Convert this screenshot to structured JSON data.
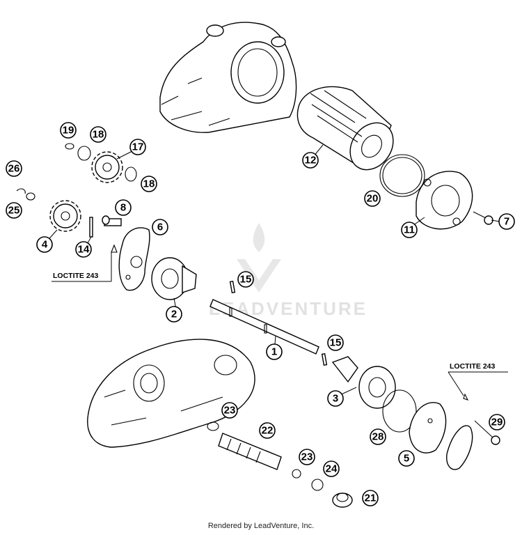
{
  "diagram": {
    "callouts": [
      {
        "id": "1",
        "label": "1"
      },
      {
        "id": "2",
        "label": "2"
      },
      {
        "id": "3",
        "label": "3"
      },
      {
        "id": "4",
        "label": "4"
      },
      {
        "id": "5",
        "label": "5"
      },
      {
        "id": "6",
        "label": "6"
      },
      {
        "id": "7",
        "label": "7"
      },
      {
        "id": "8",
        "label": "8"
      },
      {
        "id": "11",
        "label": "11"
      },
      {
        "id": "12",
        "label": "12"
      },
      {
        "id": "14",
        "label": "14"
      },
      {
        "id": "15a",
        "label": "15"
      },
      {
        "id": "15b",
        "label": "15"
      },
      {
        "id": "17",
        "label": "17"
      },
      {
        "id": "18a",
        "label": "18"
      },
      {
        "id": "18b",
        "label": "18"
      },
      {
        "id": "19",
        "label": "19"
      },
      {
        "id": "20",
        "label": "20"
      },
      {
        "id": "21",
        "label": "21"
      },
      {
        "id": "22",
        "label": "22"
      },
      {
        "id": "23a",
        "label": "23"
      },
      {
        "id": "23b",
        "label": "23"
      },
      {
        "id": "24",
        "label": "24"
      },
      {
        "id": "25",
        "label": "25"
      },
      {
        "id": "26",
        "label": "26"
      },
      {
        "id": "28",
        "label": "28"
      },
      {
        "id": "29",
        "label": "29"
      }
    ],
    "notes": {
      "loctite_left": "LOCTITE 243",
      "loctite_right": "LOCTITE 243"
    },
    "watermark": "LEADVENTURE",
    "footer": "Rendered by LeadVenture, Inc."
  }
}
